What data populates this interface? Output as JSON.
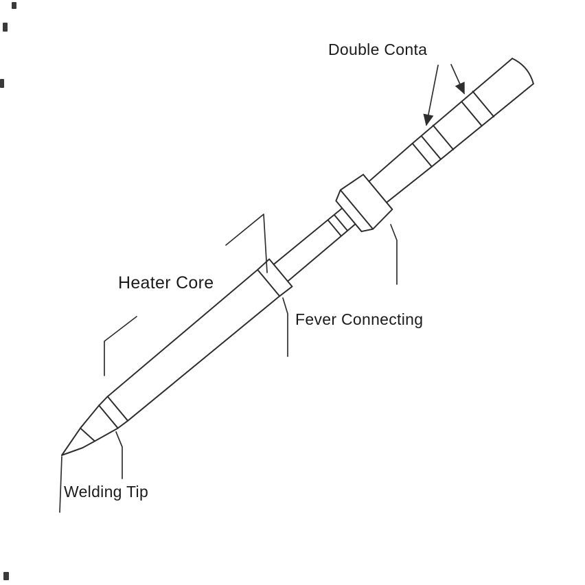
{
  "page": {
    "background": "#ffffff"
  },
  "diagram": {
    "type": "technical-line-drawing",
    "subject": "soldering-iron-parts",
    "colors": {
      "line": "#2e2e2e",
      "leader": "#333333",
      "text": "#1b1b1b",
      "background": "#ffffff"
    },
    "labels": {
      "double_contact": {
        "text": "Double Conta"
      },
      "heater_core": {
        "text": "Heater Core"
      },
      "fever_connecting": {
        "text": "Fever Connecting"
      },
      "welding_tip": {
        "text": "Welding Tip"
      }
    },
    "parts": [
      "welding-tip",
      "tip-ring",
      "heater-core-body",
      "connecting-ring",
      "neck-shaft",
      "collar-nut",
      "connector-shaft",
      "contact-band-1",
      "contact-band-2"
    ]
  }
}
